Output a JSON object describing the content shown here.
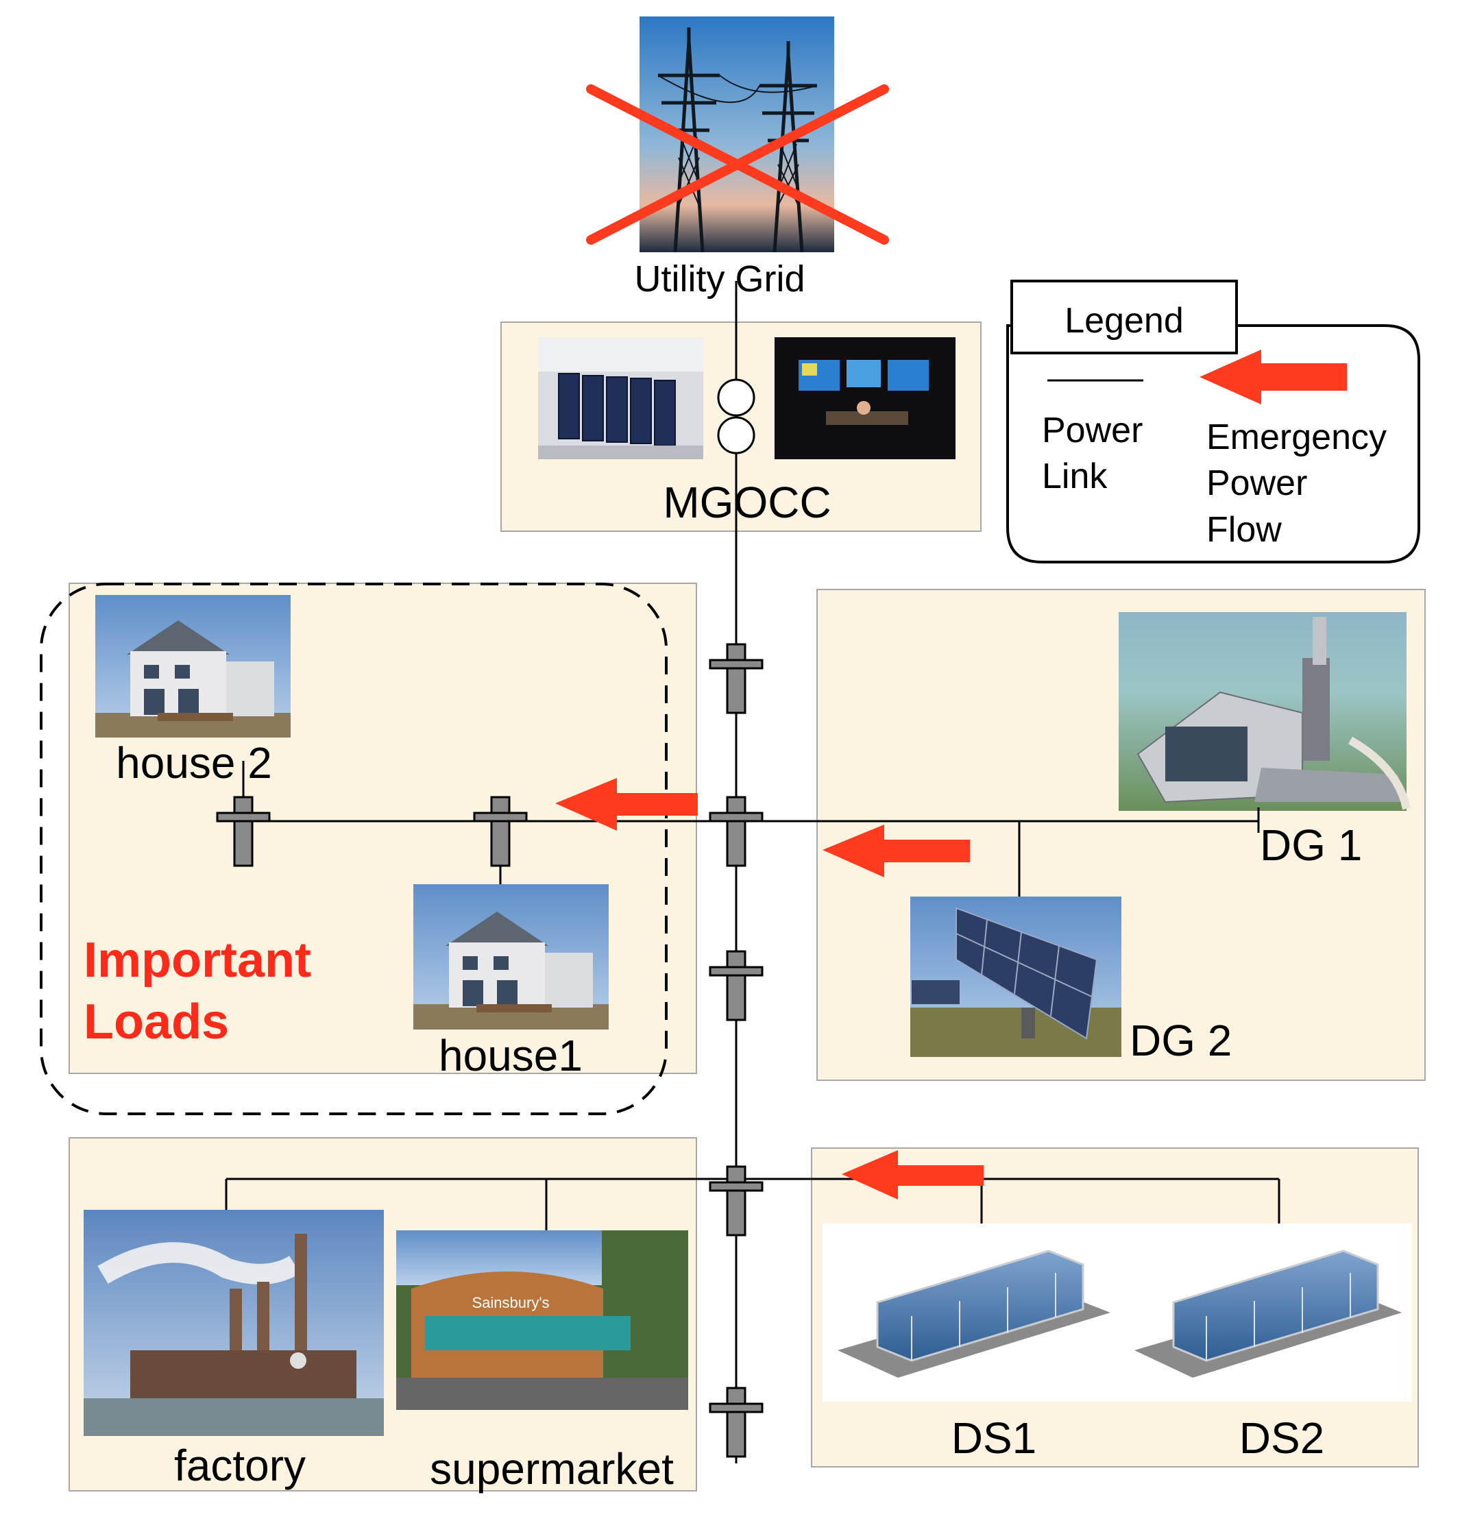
{
  "labels": {
    "utility_grid": "Utility Grid",
    "mgocc": "MGOCC",
    "house2": "house 2",
    "house1": "house1",
    "important_line1": "Important",
    "important_line2": "Loads",
    "dg1": "DG 1",
    "dg2": "DG 2",
    "factory": "factory",
    "supermarket": "supermarket",
    "ds1": "DS1",
    "ds2": "DS2"
  },
  "legend": {
    "title": "Legend",
    "power_link_line1": "Power",
    "power_link_line2": "Link",
    "emergency_line1": "Emergency",
    "emergency_line2": "Power",
    "emergency_line3": "Flow"
  },
  "colors": {
    "panel": "#fcf4e1",
    "arrow": "#ff3b1f",
    "important": "#ff2a1a",
    "line": "#000000"
  }
}
